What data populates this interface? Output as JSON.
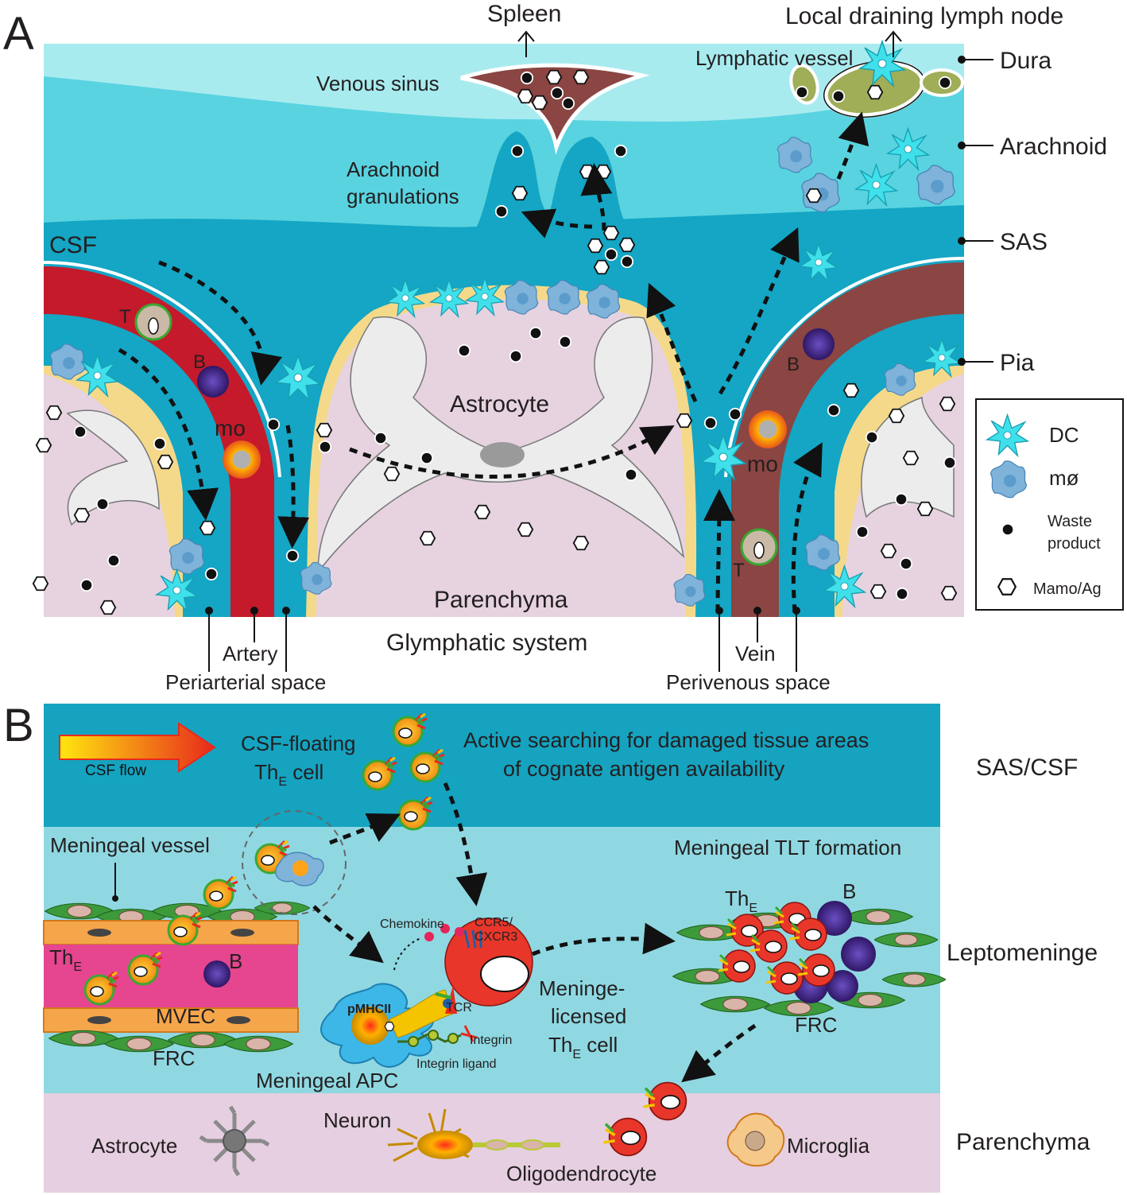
{
  "panel_a": {
    "letter": "A",
    "top_labels": {
      "spleen": "Spleen",
      "lymph_node": "Local draining lymph node",
      "lymphatic_vessel": "Lymphatic vessel",
      "venous_sinus": "Venous sinus",
      "arachnoid_granulations_1": "Arachnoid",
      "arachnoid_granulations_2": "granulations",
      "csf": "CSF"
    },
    "layers": {
      "dura": "Dura",
      "arachnoid": "Arachnoid",
      "sas": "SAS",
      "pia": "Pia"
    },
    "cells": {
      "t_left": "T",
      "b_left": "B",
      "mo_left": "mo",
      "b_right": "B",
      "mo_right": "mo",
      "t_right": "T"
    },
    "regions": {
      "astrocyte": "Astrocyte",
      "parenchyma": "Parenchyma",
      "glymphatic": "Glymphatic system"
    },
    "bottom_labels": {
      "artery": "Artery",
      "periarterial": "Periarterial space",
      "vein": "Vein",
      "perivenous": "Perivenous space"
    },
    "legend": {
      "dc": "DC",
      "mo": "mø",
      "waste_1": "Waste",
      "waste_2": "product",
      "mamo": "Mamo/Ag"
    },
    "colors": {
      "dura": "#a8ebef",
      "arachnoid": "#59d3e0",
      "sas": "#14a6c4",
      "artery": "#c41a2b",
      "vein": "#8b4542",
      "parenchyma": "#e6d3df",
      "astrocyte": "#ececec",
      "pia": "#f5d98a",
      "dc": "#3fe0ea",
      "macrophage": "#7fb3d9"
    }
  },
  "panel_b": {
    "letter": "B",
    "csf_flow": "CSF flow",
    "csf_floating_1": "CSF-floating",
    "csf_floating_2": "Th",
    "csf_floating_sub": "E",
    "csf_floating_3": " cell",
    "active_1": "Active searching for damaged tissue areas",
    "active_2": "of cognate antigen availability",
    "sas_csf": "SAS/CSF",
    "meningeal_vessel": "Meningeal vessel",
    "the_vessel": "Th",
    "the_vessel_sub": "E",
    "b_vessel": "B",
    "mvec": "MVEC",
    "frc_left": "FRC",
    "chemokine": "Chemokine",
    "ccr5": "CCR5/",
    "cxcr3": "CXCR3",
    "pmhcii": "pMHCII",
    "tcr": "TCR",
    "integrin": "Integrin",
    "integrin_ligand": "Integrin ligand",
    "meningeal_apc": "Meningeal APC",
    "licensed_1": "Meninge-",
    "licensed_2": "licensed",
    "licensed_3": "Th",
    "licensed_sub": "E",
    "licensed_4": " cell",
    "tlt": "Meningeal TLT formation",
    "the_tlt": "Th",
    "the_tlt_sub": "E",
    "b_tlt": "B",
    "frc_right": "FRC",
    "leptomeninge": "Leptomeninge",
    "astrocyte": "Astrocyte",
    "neuron": "Neuron",
    "oligodendrocyte": "Oligodendrocyte",
    "microglia": "Microglia",
    "parenchyma": "Parenchyma",
    "colors": {
      "sas": "#15a3c0",
      "lepto": "#8fd8e2",
      "parenchyma": "#e5cfe0",
      "vessel": "#e5468f",
      "the_red": "#e8372a",
      "b_cell": "#4b2a8c"
    }
  }
}
